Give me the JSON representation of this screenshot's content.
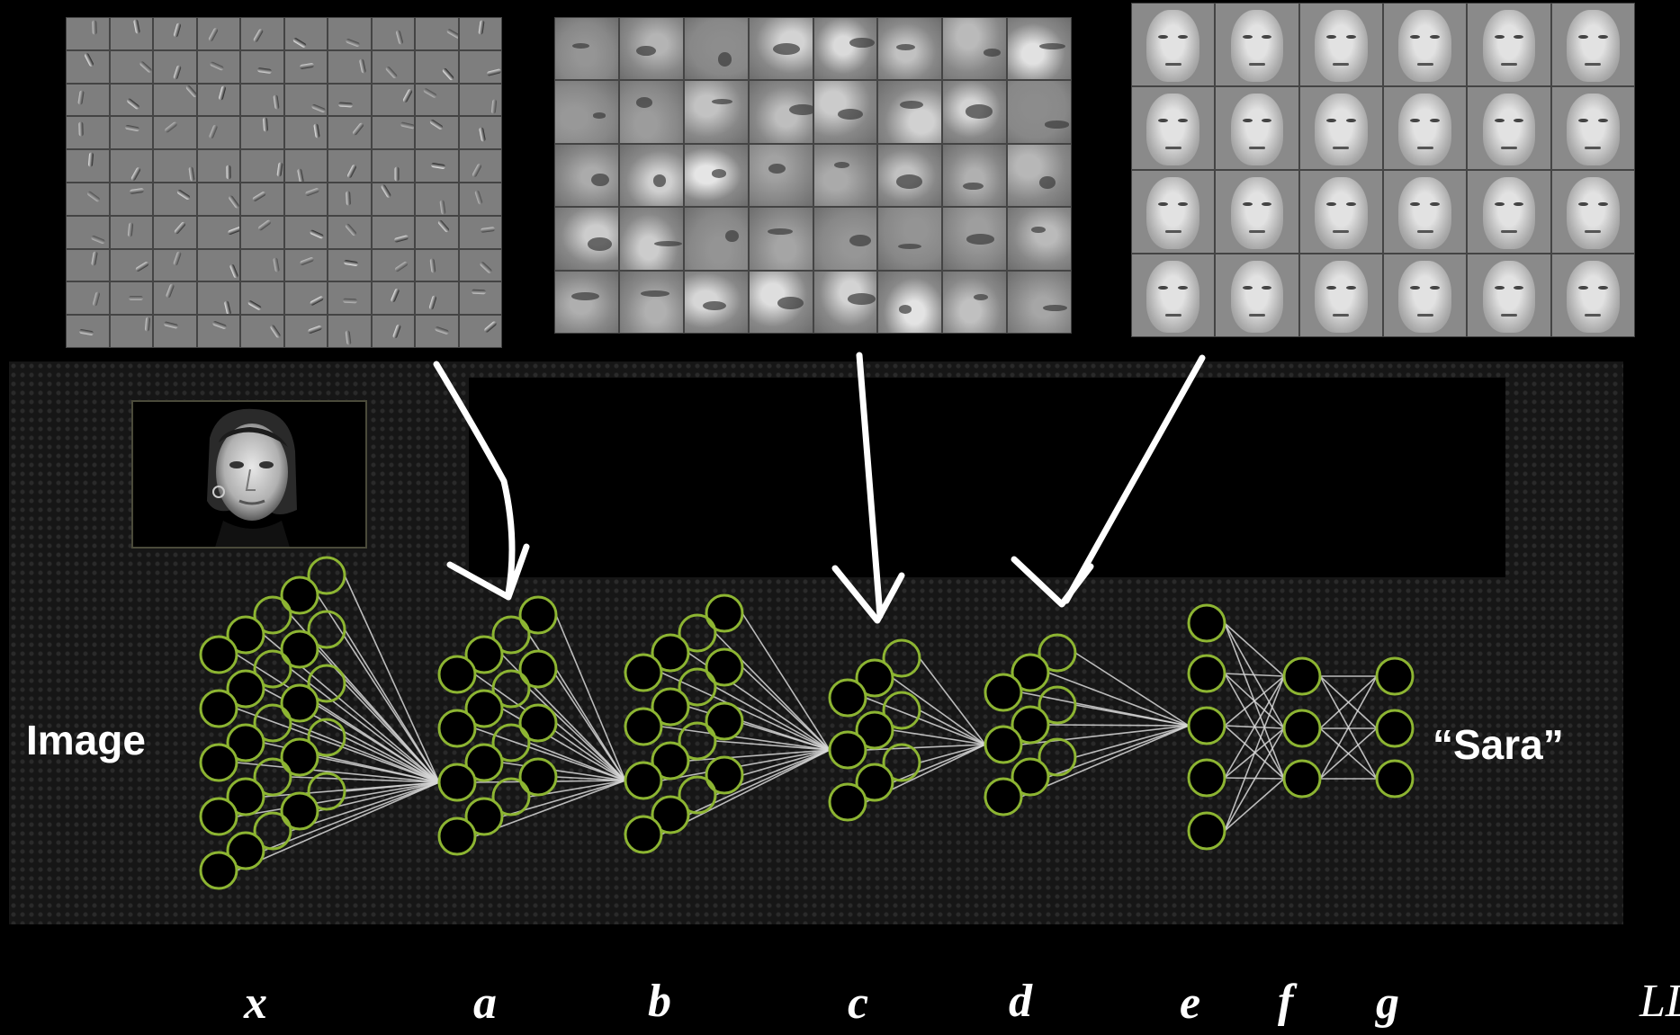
{
  "network": {
    "input_label": "Image",
    "output_label": "“Sara”"
  },
  "variables": [
    "x",
    "a",
    "b",
    "c",
    "d",
    "e",
    "f",
    "g",
    "LL"
  ],
  "feature_panels": [
    {
      "name": "low-level-filters",
      "rows": 10,
      "cols": 10
    },
    {
      "name": "mid-level-face-parts",
      "rows": 5,
      "cols": 8
    },
    {
      "name": "high-level-faces",
      "rows": 4,
      "cols": 6
    }
  ],
  "colors": {
    "neuron_stroke": "#8db532",
    "edge": "#d8d8d8",
    "arrow": "#ffffff",
    "background": "#000000"
  }
}
